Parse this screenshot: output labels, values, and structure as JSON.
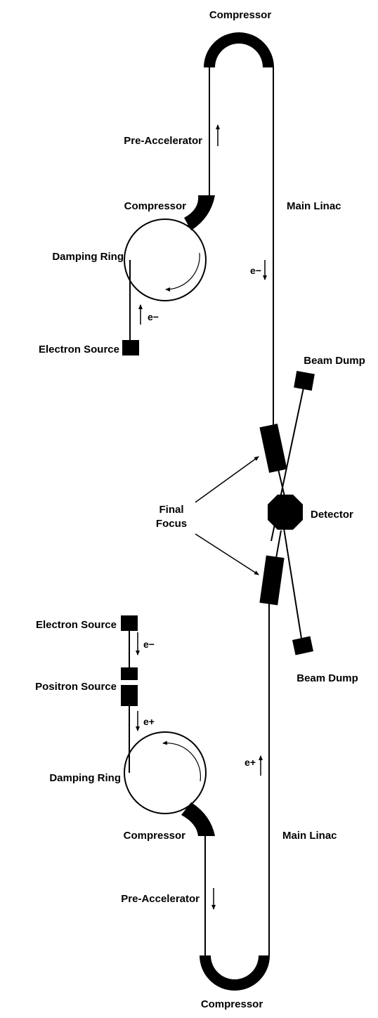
{
  "labels": {
    "compressor_top": "Compressor",
    "pre_accelerator_top": "Pre-Accelerator",
    "compressor_upper_small": "Compressor",
    "main_linac_top": "Main Linac",
    "damping_ring_top": "Damping Ring",
    "electron_label_linac_top": "e−",
    "electron_label_ring_top": "e−",
    "electron_source_top": "Electron Source",
    "beam_dump_top": "Beam Dump",
    "final_focus": [
      "Final",
      "Focus"
    ],
    "detector": "Detector",
    "electron_source_bottom": "Electron Source",
    "electron_label_bottom": "e−",
    "positron_source": "Positron Source",
    "beam_dump_bottom": "Beam Dump",
    "positron_label_ring": "e+",
    "positron_label_linac": "e+",
    "damping_ring_bottom": "Damping Ring",
    "compressor_lower_small": "Compressor",
    "main_linac_bottom": "Main Linac",
    "pre_accelerator_bottom": "Pre-Accelerator",
    "compressor_bottom": "Compressor"
  },
  "colors": {
    "ink": "#000000",
    "background": "#ffffff"
  }
}
